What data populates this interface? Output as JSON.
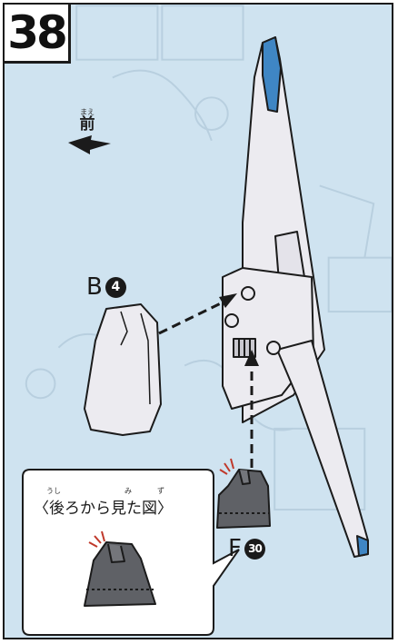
{
  "step": {
    "number": "38"
  },
  "direction": {
    "ruby": "まえ",
    "label": "前"
  },
  "parts": [
    {
      "letter": "B",
      "number": "4"
    },
    {
      "letter": "F",
      "number": "30"
    }
  ],
  "callout": {
    "title": "〈後ろから見た図〉",
    "ruby": [
      "うし",
      "み",
      "ず"
    ]
  },
  "colors": {
    "background": "#cfe3f0",
    "part_white": "#ecebf0",
    "part_gray": "#5f6166",
    "accent_blue": "#3f86c4",
    "outline": "#1b1b1b"
  }
}
